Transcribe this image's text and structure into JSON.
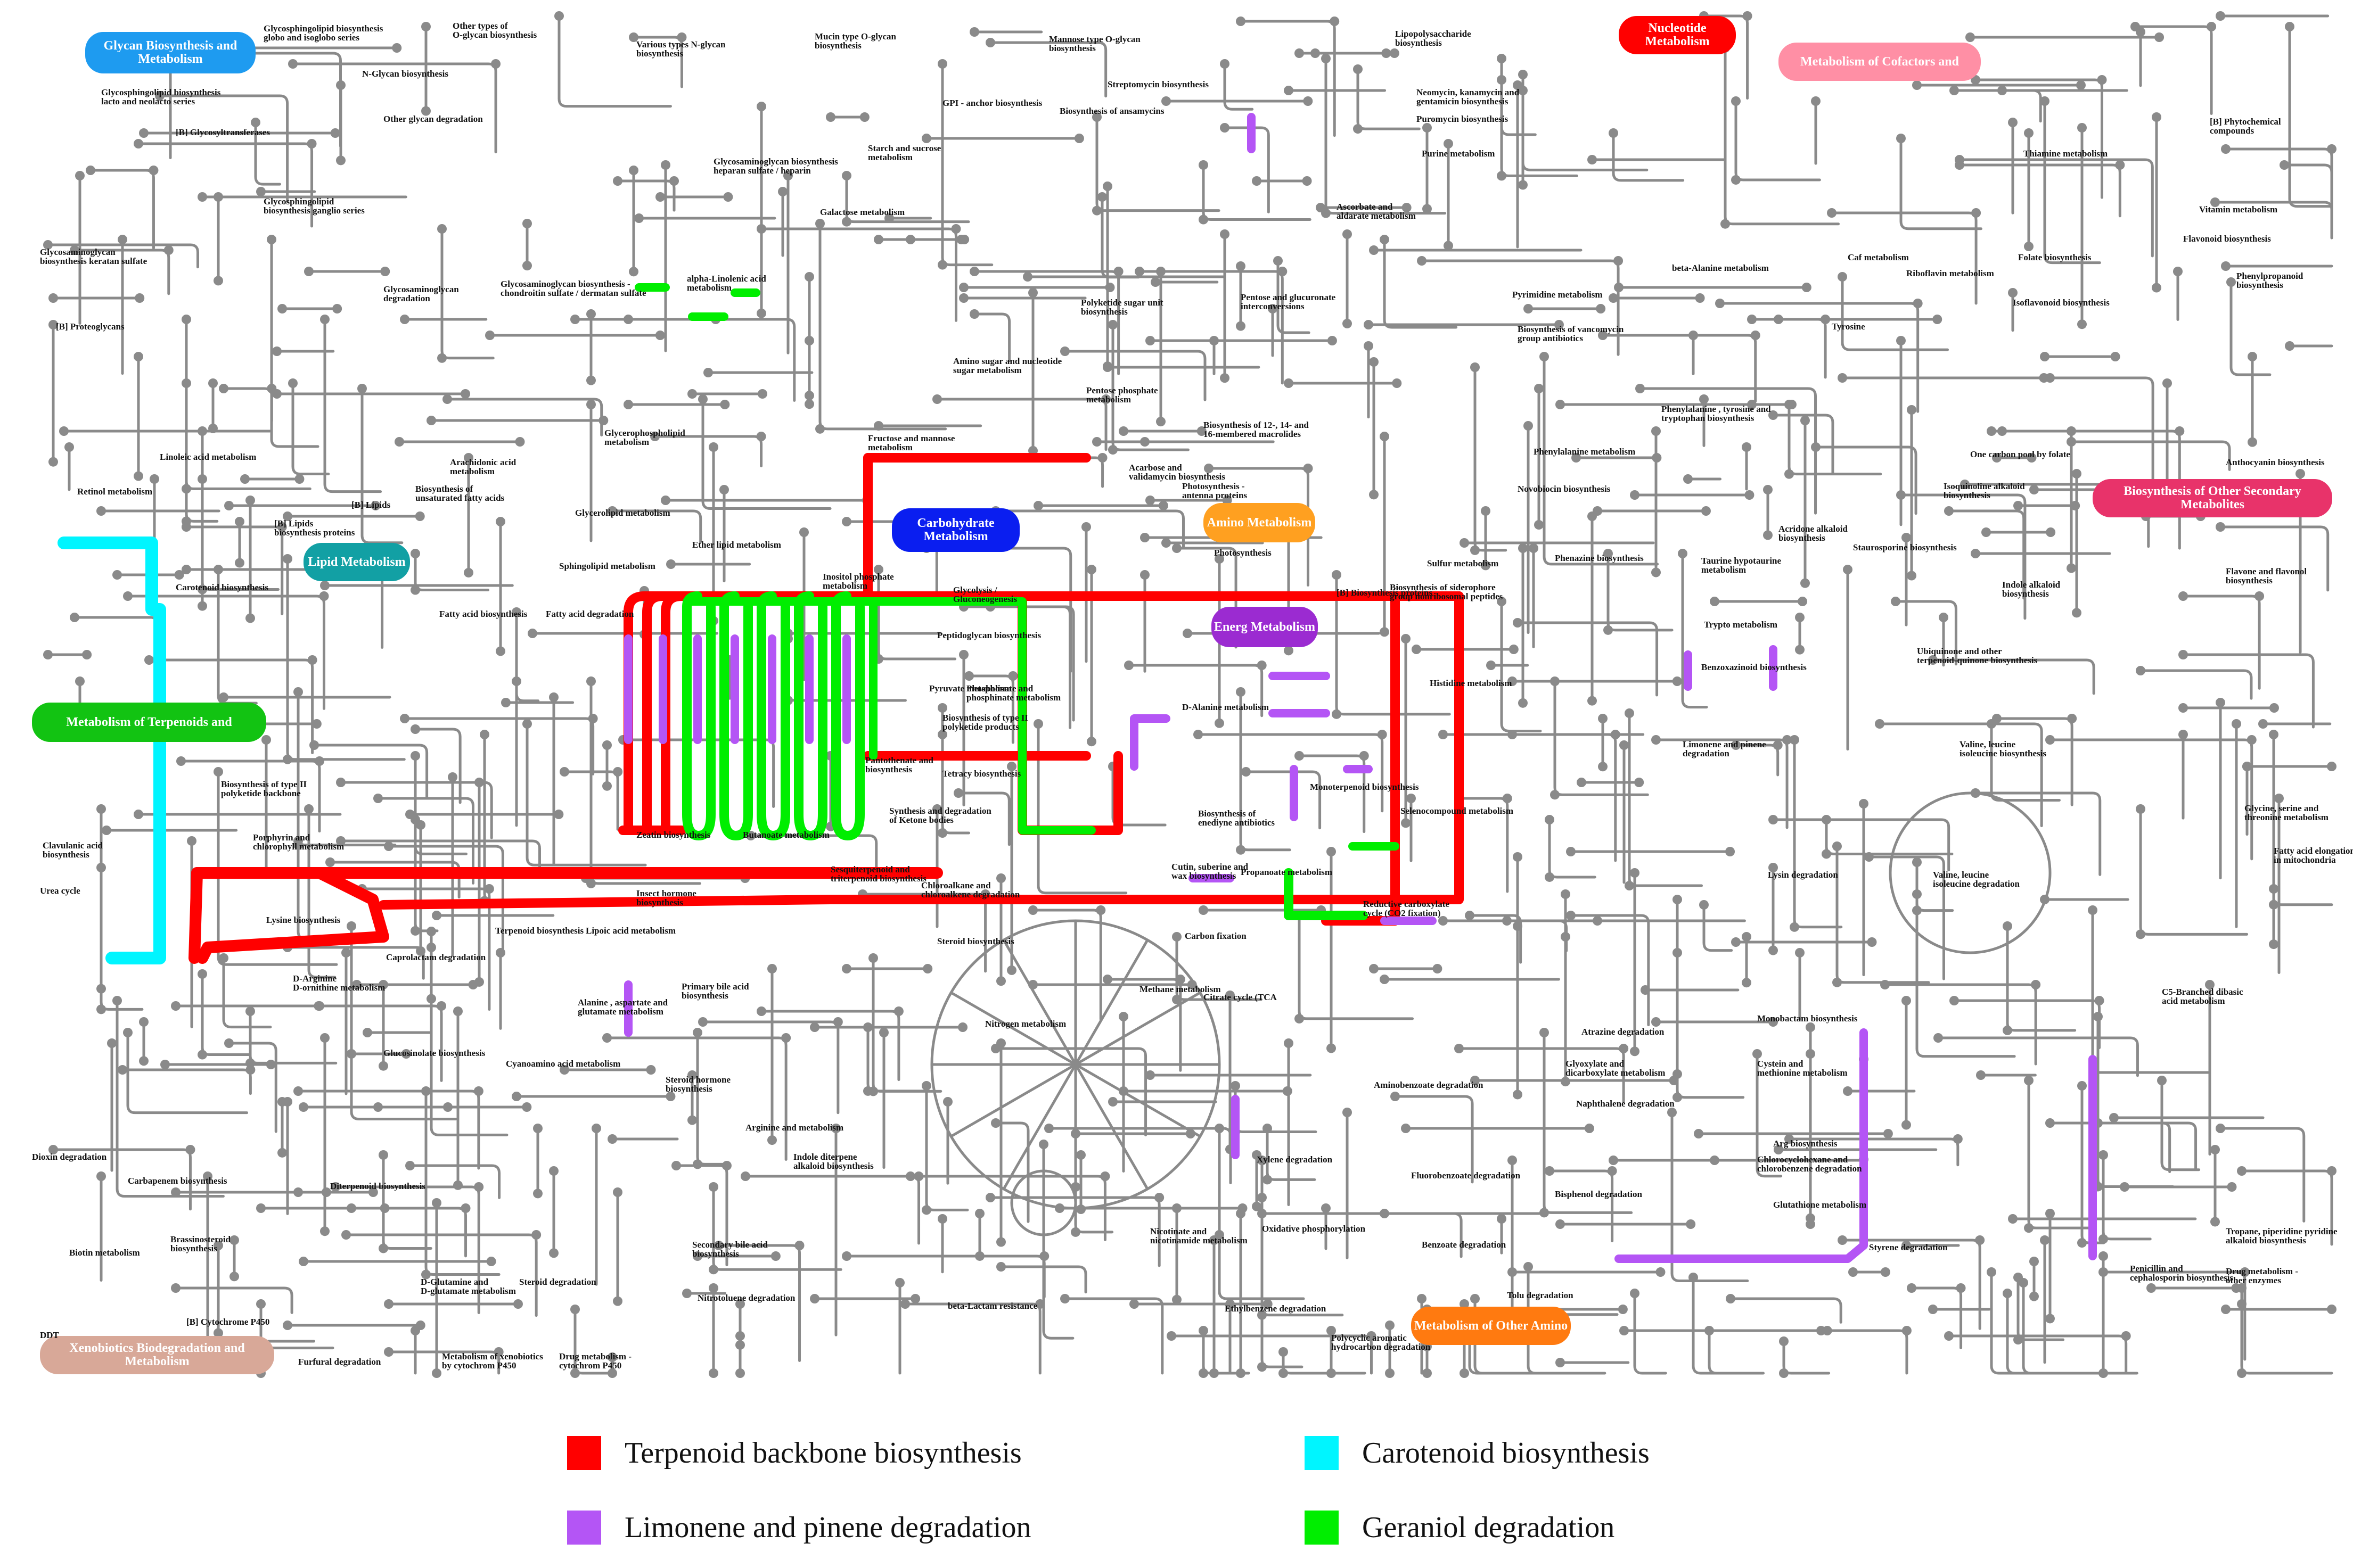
{
  "categories": [
    {
      "id": "glycan",
      "label": "Glycan Biosynthesis and Metabolism",
      "color": "#1e9bf0"
    },
    {
      "id": "nucleotide",
      "label": "Nucleotide Metabolism",
      "color": "#ff0000"
    },
    {
      "id": "cofactors",
      "label": "Metabolism of Cofactors and",
      "color": "#ff8fa5"
    },
    {
      "id": "secondary",
      "label": "Biosynthesis of Other Secondary Metabolites",
      "color": "#e8336a"
    },
    {
      "id": "carbohydrate",
      "label": "Carbohydrate Metabolism",
      "color": "#0a1ef0"
    },
    {
      "id": "amino",
      "label": "Amino Metabolism",
      "color": "#ffa020"
    },
    {
      "id": "lipid",
      "label": "Lipid Metabolism",
      "color": "#12a0a4"
    },
    {
      "id": "energy",
      "label": "Energ Metabolism",
      "color": "#9b2bd1"
    },
    {
      "id": "terpenoids",
      "label": "Metabolism of Terpenoids and",
      "color": "#12c312"
    },
    {
      "id": "other_amino",
      "label": "Metabolism of Other Amino",
      "color": "#ff7a10"
    },
    {
      "id": "xenobiotics",
      "label": "Xenobiotics Biodegradation and Metabolism",
      "color": "#d8a898"
    }
  ],
  "pathway_labels": [
    "Glycosphingolipid biosynthesis globo and isoglobo series",
    "Other types of O-glycan biosynthesis",
    "Various types N-glycan biosynthesis",
    "Mucin type O-glycan biosynthesis",
    "Mannose type O-glycan biosynthesis",
    "Lipopolysaccharide biosynthesis",
    "Glycosphingolipid biosynthesis lacto and neolacto series",
    "N-Glycan biosynthesis",
    "Other glycan degradation",
    "[B] Glycosyltransferases",
    "GPI - anchor biosynthesis",
    "Streptomycin biosynthesis",
    "Biosynthesis of ansamycins",
    "Neomycin, kanamycin and gentamicin biosynthesis",
    "Puromycin biosynthesis",
    "Purine metabolism",
    "[B] Phytochemical compounds",
    "Thiamine metabolism",
    "Glycosphingolipid biosynthesis ganglio series",
    "Glycosaminoglycan biosynthesis heparan sulfate / heparin",
    "Starch and sucrose metabolism",
    "Galactose metabolism",
    "Ascorbate and aldarate metabolism",
    "Vitamin metabolism",
    "Flavonoid biosynthesis",
    "Phenylpropanoid biosynthesis",
    "Glycosaminoglycan biosynthesis keratan sulfate",
    "Glycosaminoglycan degradation",
    "Glycosaminoglycan biosynthesis - chondroitin sulfate / dermatan sulfate",
    "alpha-Linolenic acid metabolism",
    "Polyketide sugar unit biosynthesis",
    "Pentose and glucuronate interconversions",
    "Pyrimidine metabolism",
    "beta-Alanine metabolism",
    "Caf metabolism",
    "Riboflavin metabolism",
    "Folate biosynthesis",
    "Isoflavonoid biosynthesis",
    "[B] Proteoglycans",
    "Biosynthesis of vancomycin group antibiotics",
    "Tyrosine",
    "Amino sugar and nucleotide sugar metabolism",
    "Pentose phosphate metabolism",
    "Phenylalanine , tyrosine and tryptophan biosynthesis",
    "Linoleic acid metabolism",
    "Arachidonic acid metabolism",
    "Glycerophospholipid metabolism",
    "Fructose and mannose metabolism",
    "Biosynthesis of 12-, 14- and 16-membered macrolides",
    "Phenylalanine metabolism",
    "One carbon pool by folate",
    "Anthocyanin biosynthesis",
    "Retinol metabolism",
    "[B] Lipids",
    "Biosynthesis of unsaturated fatty acids",
    "Acarbose and validamycin biosynthesis",
    "Photosynthesis - antenna proteins",
    "Novobiocin biosynthesis",
    "Isoquinoline alkaloid biosynthesis",
    "[B] Lipids biosynthesis proteins",
    "Glycerolipid metabolism",
    "Acridone alkaloid biosynthesis",
    "Ether lipid metabolism",
    "Photosynthesis",
    "Sulfur metabolism",
    "Phenazine biosynthesis",
    "Staurosporine biosynthesis",
    "Carotenoid biosynthesis",
    "Sphingolipid metabolism",
    "Inositol phosphate metabolism",
    "Taurine hypotaurine metabolism",
    "Indole alkaloid biosynthesis",
    "Flavone and flavonol biosynthesis",
    "Fatty acid biosynthesis",
    "Fatty acid degradation",
    "Glycolysis / Gluconeogenesis",
    "[B] Biosynthesis proteins",
    "Biosynthesis of siderophore group nonribosomal peptides",
    "Trypto metabolism",
    "Peptidoglycan biosynthesis",
    "Ubiquinone and other terpenoid-quinone biosynthesis",
    "Histidine metabolism",
    "Pyruvate metabolism",
    "Phosphonate and phosphinate metabolism",
    "Benzoxazinoid biosynthesis",
    "D-Alanine metabolism",
    "Biosynthesis of type II polyketide products",
    "Limonene and pinene degradation",
    "Valine, leucine isoleucine biosynthesis",
    "Pantothenate and biosynthesis",
    "Tetracy biosynthesis",
    "Biosynthesis of type II polyketide backbone",
    "Monoterpenoid biosynthesis",
    "Synthesis and degradation of Ketone bodies",
    "Biosynthesis of enediyne antibiotics",
    "Selenocompound metabolism",
    "Glycine, serine and threonine metabolism",
    "Porphyrin and chlorophyll metabolism",
    "Zeatin biosynthesis",
    "Butanoate metabolism",
    "Fatty acid elongation in mitochondria",
    "Clavulanic acid biosynthesis",
    "Sesquiterpenoid and triterpenoid biosynthesis",
    "Cutin, suberine and wax biosynthesis",
    "Propanoate metabolism",
    "Lysin degradation",
    "Valine, leucine isoleucine degradation",
    "Urea cycle",
    "Insect hormone biosynthesis",
    "Chloroalkane and chloroalkene degradation",
    "Reductive carboxylate cycle (CO2 fixation)",
    "Lysine biosynthesis",
    "Terpenoid biosynthesis",
    "Lipoic acid metabolism",
    "Caprolactam degradation",
    "Steroid biosynthesis",
    "Carbon fixation",
    "C5-Branched dibasic acid metabolism",
    "D-Arginine D-ornithine metabolism",
    "Primary bile acid biosynthesis",
    "Methane metabolism",
    "Citrate cycle (TCA",
    "Alanine , aspartate and glutamate metabolism",
    "Atrazine degradation",
    "Monobactam biosynthesis",
    "Nitrogen metabolism",
    "Glyoxylate and dicarboxylate metabolism",
    "Cystein and methionine metabolism",
    "Glucosinolate biosynthesis",
    "Steroid hormone biosynthesis",
    "Aminobenzoate degradation",
    "Cyanoamino acid metabolism",
    "Naphthalene degradation",
    "Arg biosynthesis",
    "Arginine and metabolism",
    "Dioxin degradation",
    "Indole diterpene alkaloid biosynthesis",
    "Xylene degradation",
    "Chlorocyclohexane and chlorobenzene degradation",
    "Carbapenem biosynthesis",
    "Diterpenoid biosynthesis",
    "Fluorobenzoate degradation",
    "Bisphenol degradation",
    "Glutathione metabolism",
    "Tropane, piperidine pyridine alkaloid biosynthesis",
    "Nicotinate and nicotinamide metabolism",
    "Oxidative phosphorylation",
    "Styrene degradation",
    "Biotin metabolism",
    "Brassinosteroid biosynthesis",
    "Secondary bile acid biosynthesis",
    "Benzoate degradation",
    "Penicillin and cephalosporin biosynthesis",
    "D-Glutamine and D-glutamate metabolism",
    "Steroid degradation",
    "Nitrotoluene degradation",
    "Tolu degradation",
    "beta-Lactam resistance",
    "Ethylbenzene degradation",
    "DDT",
    "[B] Cytochrome P450",
    "Polycyclic aromatic hydrocarbon degradation",
    "Furfural degradation",
    "Metabolism of xenobiotics by cytochrom P450",
    "Drug metabolism - cytochrom P450",
    "Drug metabolism - other enzymes"
  ],
  "highlight_colors": {
    "terpenoid_backbone": "#ff0000",
    "carotenoid": "#00f5ff",
    "limonene_pinene": "#b455f5",
    "geraniol": "#00ee00",
    "network": "#8a8a8a"
  },
  "legend": [
    {
      "label": "Terpenoid backbone biosynthesis",
      "color": "#ff0000"
    },
    {
      "label": "Carotenoid biosynthesis",
      "color": "#00f5ff"
    },
    {
      "label": "Limonene and pinene degradation",
      "color": "#b455f5"
    },
    {
      "label": "Geraniol degradation",
      "color": "#00ee00"
    }
  ]
}
